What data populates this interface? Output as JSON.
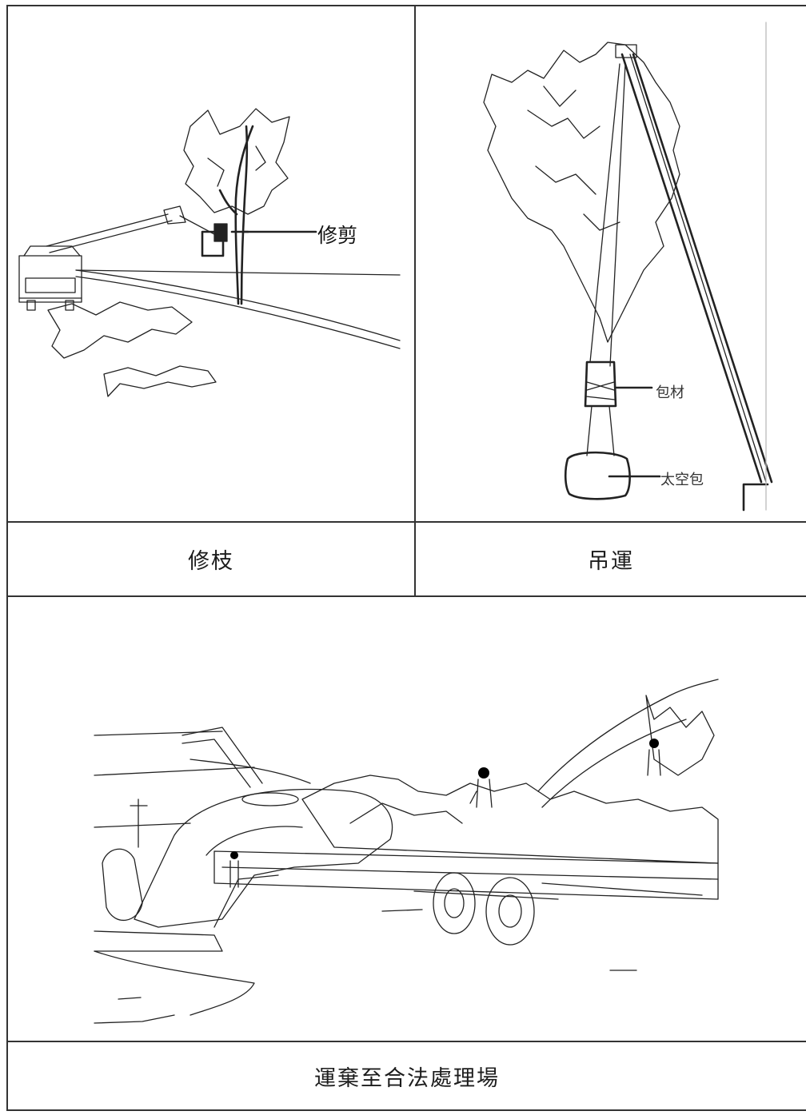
{
  "panels": {
    "pruning": {
      "caption": "修枝",
      "callout": "修剪"
    },
    "lifting": {
      "caption": "吊運",
      "callout_wrap": "包材",
      "callout_bag": "太空包"
    },
    "disposal": {
      "caption": "運棄至合法處理場"
    }
  }
}
